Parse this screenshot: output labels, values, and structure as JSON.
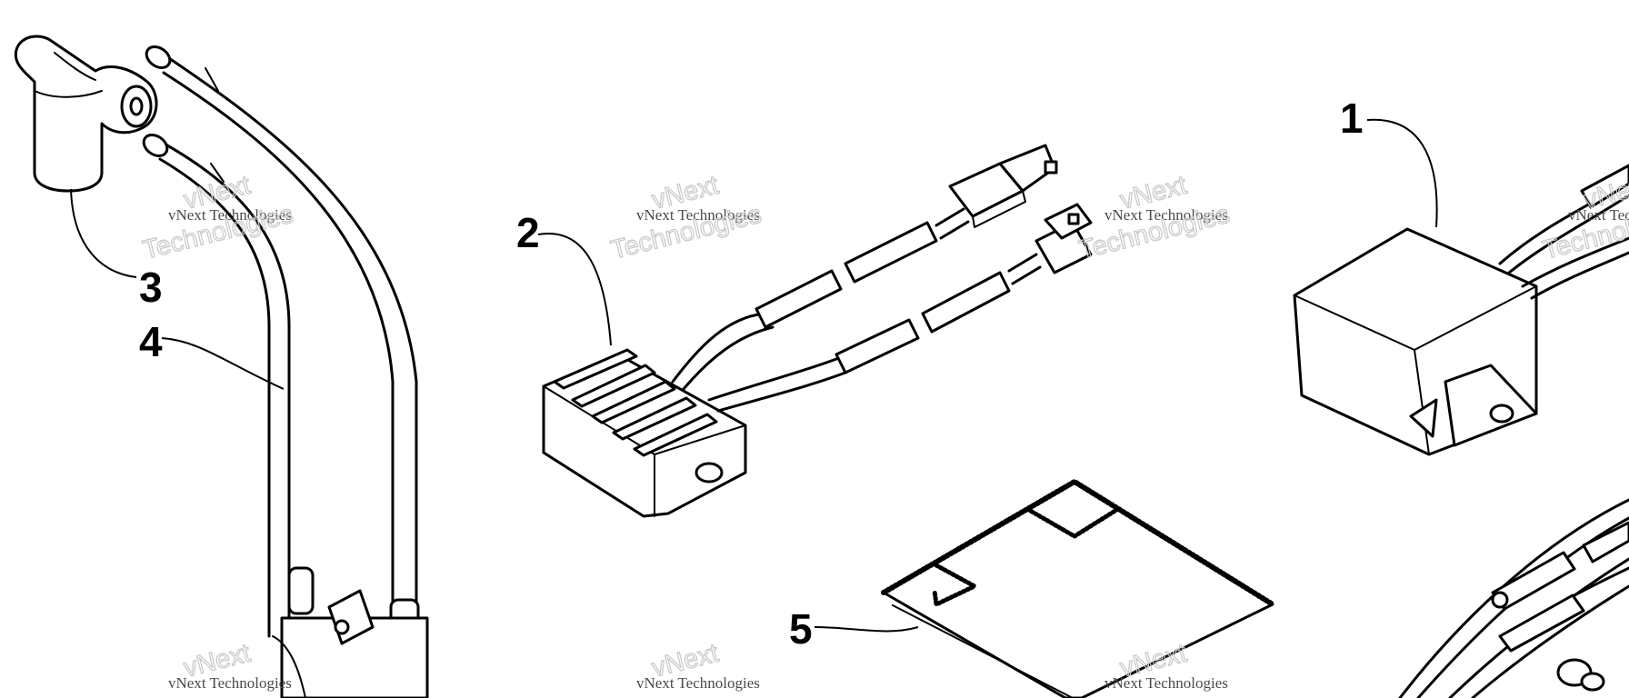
{
  "diagram": {
    "callouts": [
      {
        "id": "1",
        "label": "1",
        "part": "cdi-ignition-box"
      },
      {
        "id": "2",
        "label": "2",
        "part": "voltage-regulator"
      },
      {
        "id": "3",
        "label": "3",
        "part": "spark-plug-cap"
      },
      {
        "id": "4",
        "label": "4",
        "part": "ignition-coil-and-leads"
      },
      {
        "id": "5",
        "label": "5",
        "part": "insulator-pad"
      }
    ],
    "watermark": {
      "line1": "vNext",
      "line2": "vNext Technologies",
      "line3": "Technologies"
    },
    "colors": {
      "ink": "#000000",
      "paper": "#ffffff",
      "watermark": "#c8c8c8"
    }
  }
}
